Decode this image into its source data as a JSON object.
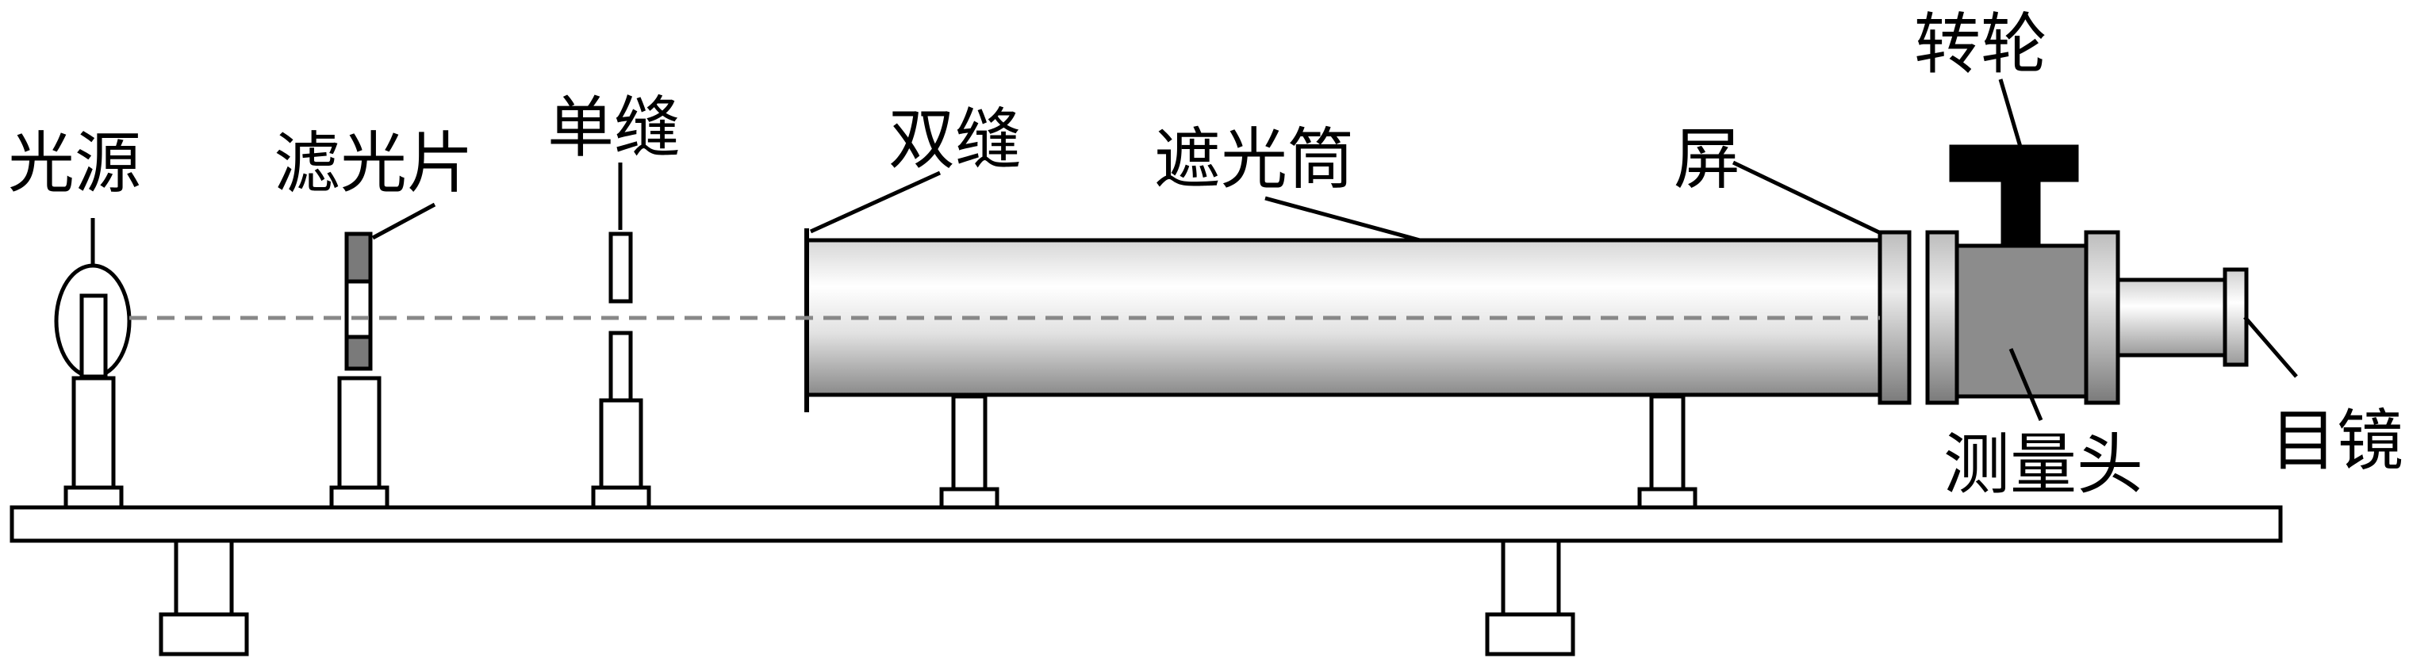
{
  "labels": {
    "light_source": "光源",
    "filter": "滤光片",
    "single_slit": "单缝",
    "double_slit": "双缝",
    "hood": "遮光筒",
    "screen": "屏",
    "wheel": "转轮",
    "measuring_head": "测量头",
    "eyepiece": "目镜"
  },
  "colors": {
    "stroke": "#000000",
    "filter_gray": "#7a7a7a",
    "head_gray": "#8c8c8c",
    "optical_axis": "#888888"
  }
}
